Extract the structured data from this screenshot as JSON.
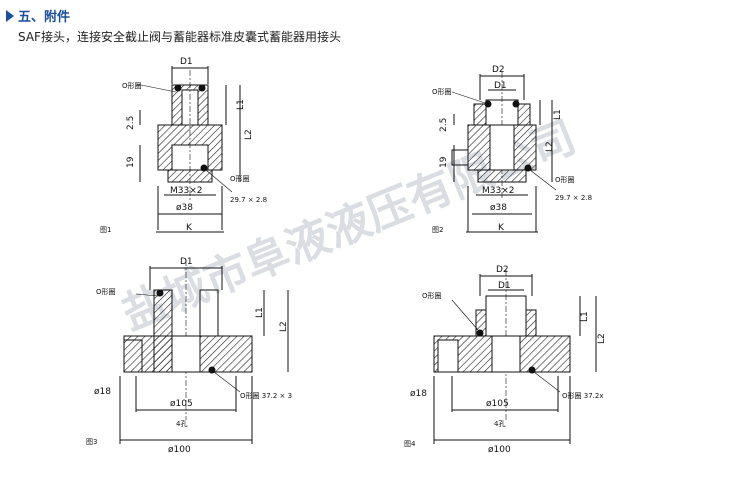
{
  "header": {
    "section_title": "五、附件",
    "description": "SAF接头，连接安全截止阀与蓄能器标准皮囊式蓄能器用接头"
  },
  "watermark": {
    "company": "盐城市阜液液压有限公司"
  },
  "figures": {
    "fig1": {
      "label": "图1",
      "d1": "D1",
      "l1": "L1",
      "l2": "L2",
      "h25": "2.5",
      "h19": "19",
      "oring_top": "O形圈",
      "oring_bottom": "O形圈",
      "oring_size": "29.7 × 2.8",
      "thread": "M33×2",
      "dia38": "ø38",
      "k": "K"
    },
    "fig2": {
      "label": "图2",
      "d2": "D2",
      "d1": "D1",
      "l1": "L1",
      "l2": "L2",
      "h25": "2.5",
      "h19": "19",
      "oring_top": "O形圈",
      "oring_bottom": "O形圈",
      "oring_size": "29.7 × 2.8",
      "thread": "M33×2",
      "dia38": "ø38",
      "k": "K"
    },
    "fig3": {
      "label": "图3",
      "d1": "D1",
      "l1": "L1",
      "l2": "L2",
      "oring_top": "O形圈",
      "oring_bottom": "O形圈 37.2 × 3",
      "dia18": "ø18",
      "dia105": "ø105",
      "holes": "4孔",
      "dia100": "ø100"
    },
    "fig4": {
      "label": "图4",
      "d2": "D2",
      "d1": "D1",
      "l1": "L1",
      "l2": "L2",
      "oring_top": "O形圈",
      "oring_bottom": "O形圈 37.2x",
      "dia18": "ø18",
      "dia105": "ø105",
      "holes": "4孔",
      "dia100": "ø100"
    }
  }
}
